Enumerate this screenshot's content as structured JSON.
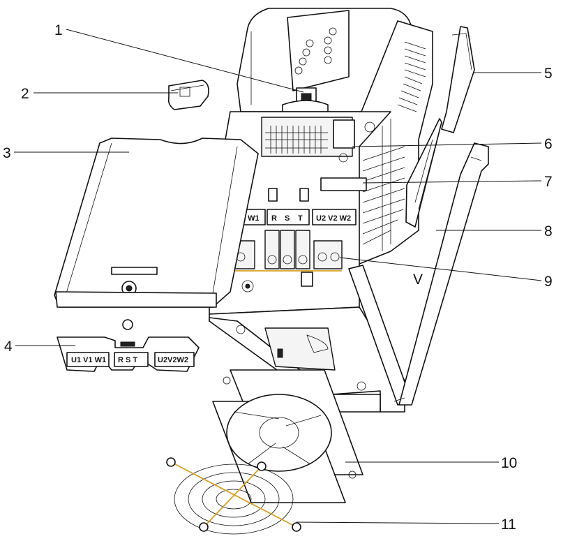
{
  "callouts": [
    {
      "id": "1",
      "text": "1"
    },
    {
      "id": "2",
      "text": "2"
    },
    {
      "id": "3",
      "text": "3"
    },
    {
      "id": "4",
      "text": "4"
    },
    {
      "id": "5",
      "text": "5"
    },
    {
      "id": "6",
      "text": "6"
    },
    {
      "id": "7",
      "text": "7"
    },
    {
      "id": "8",
      "text": "8"
    },
    {
      "id": "9",
      "text": "9"
    },
    {
      "id": "10",
      "text": "10"
    },
    {
      "id": "11",
      "text": "11"
    }
  ],
  "terminals": {
    "output_left": "1 W1",
    "input": [
      "R",
      "S",
      "T"
    ],
    "output_right": "U2 V2 W2"
  },
  "shield_labels": {
    "left": "U1 V1 W1",
    "middle": "R S T",
    "right": "U2V2W2"
  },
  "body_mark": "V",
  "colors": {
    "line": "#111111",
    "accent": "#d8a020",
    "background": "#ffffff"
  }
}
